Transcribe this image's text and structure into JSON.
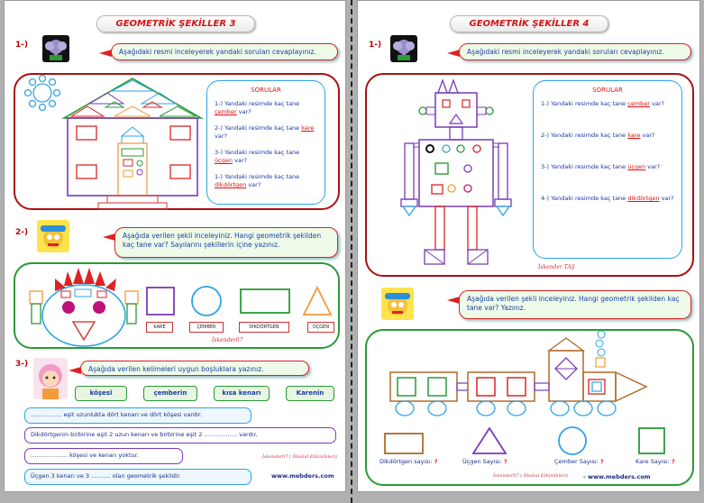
{
  "left": {
    "title": "GEOMETRİK ŞEKİLLER  3",
    "n1": "1-)",
    "inst1": "Aşağıdaki resmi inceleyerek yandaki soruları cevaplayınız.",
    "sorular": "SORULAR",
    "q": [
      {
        "a": "1-) Yandaki resimde kaç tane ",
        "b": "çember",
        "c": " var?"
      },
      {
        "a": "2-) Yandaki resimde kaç tane ",
        "b": "kare",
        "c": " var?"
      },
      {
        "a": "3-) Yandaki resimde kaç tane ",
        "b": "üçgen",
        "c": " var?"
      },
      {
        "a": "1-) Yandaki resimde kaç tane ",
        "b": "dikdörtgen",
        "c": " var?"
      }
    ],
    "n2": "2-)",
    "inst2": "Aşağıda verilen şekli inceleyiniz. Hangi geometrik şekilden kaç tane var? Sayılarını şekillerin içine yazınız.",
    "shape_labels": [
      "KARE",
      "ÇEMBER",
      "DİKDÖRTGEN",
      "ÜÇGEN"
    ],
    "sig2": "İskender07",
    "n3": "3-)",
    "inst3": "Aşağıda verilen kelimeleri uygun boşluklara yazınız.",
    "words": [
      "köşesi",
      "çemberin",
      "kısa kenarı",
      "Karenin"
    ],
    "sentences": [
      "……………. eşit uzunlukta  dört kenarı ve dört köşesi vardır.",
      "Dikdörtgenin birbirine eşit 2 uzun kenarı ve birbirine eşit 2 …………….. vardır.",
      "………………. köşesi ve kenarı yoktur.",
      "Üçgen 3 kenarı ve  3 ………. olan geometrik şekildir."
    ],
    "sig3": "İskender07 ( İlkokul Etkinlikleri)",
    "site": "www.mebders.com"
  },
  "right": {
    "title": "GEOMETRİK ŞEKİLLER  4",
    "n1": "1-)",
    "inst1": "Aşağıdaki resmi inceleyerek yandaki soruları cevaplayınız.",
    "sorular": "SORULAR",
    "q": [
      {
        "a": "1-) Yandaki resimde kaç tane ",
        "b": "çember",
        "c": " var?"
      },
      {
        "a": "2-) Yandaki resimde kaç tane ",
        "b": "kare",
        "c": " var?"
      },
      {
        "a": "3-) Yandaki resimde kaç tane ",
        "b": "üçgen",
        "c": " var?"
      },
      {
        "a": "4-) Yandaki resimde kaç tane ",
        "b": "dikdörtgen",
        "c": " var?"
      }
    ],
    "sig1": "İskender  TAŞ",
    "inst2": "Aşağıda verilen şekli inceleyiniz. Hangi geometrik şekilden kaç tane var? Yazınız.",
    "counts": [
      {
        "t": "Dikdörtgen sayısı: ",
        "v": "?"
      },
      {
        "t": "Üçgen Sayısı: ",
        "v": "?"
      },
      {
        "t": "Çember Sayısı: ",
        "v": "?"
      },
      {
        "t": "Kare Sayısı: ",
        "v": "?"
      }
    ],
    "sig2": "İskender07 ( İlkokul Etkinlikleri)",
    "site": "- www.mebders.com"
  },
  "colors": {
    "red": "#d22",
    "blue": "#2da4e6",
    "green": "#2a9a36",
    "purple": "#7a3ab8",
    "orange": "#f59a3a"
  }
}
